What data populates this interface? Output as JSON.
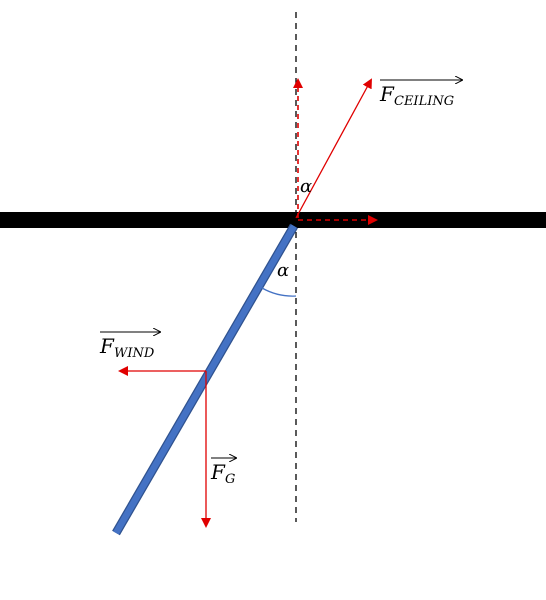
{
  "diagram": {
    "labels": {
      "f_ceiling_main": "F",
      "f_ceiling_sub": "CEILING",
      "f_wind_main": "F",
      "f_wind_sub": "WIND",
      "f_g_main": "F",
      "f_g_sub": "G",
      "alpha_upper": "α",
      "alpha_lower": "α"
    },
    "colors": {
      "force_arrow": "#e00000",
      "rod": "#4472c4",
      "rod_edge": "#2f528f",
      "ceiling": "#000000",
      "angle_arc": "#4472c4",
      "reference_line": "#000000"
    }
  }
}
